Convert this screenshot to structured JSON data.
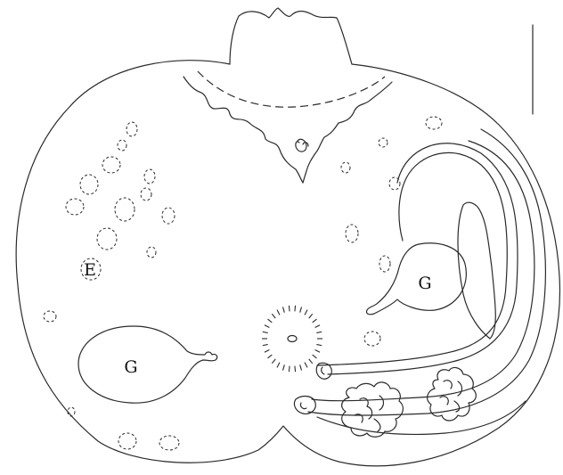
{
  "labels": {
    "gonad_left": "G",
    "gonad_right": "G",
    "structure_e": "E"
  }
}
